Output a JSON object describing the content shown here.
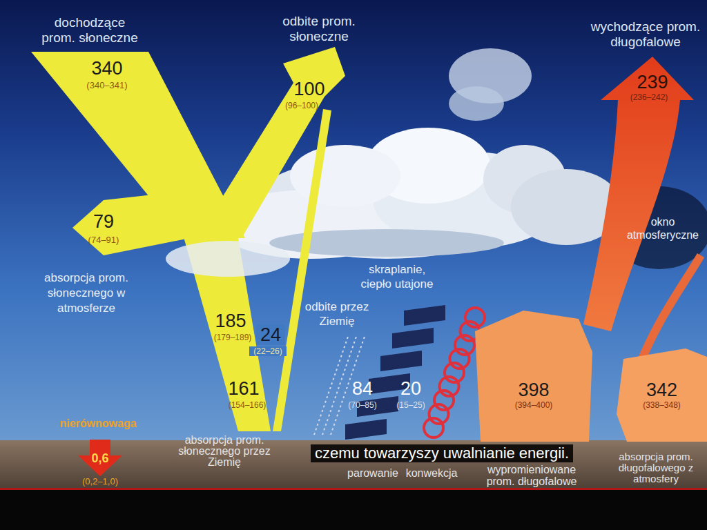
{
  "diagram": {
    "nodes": [
      {
        "text": [
          "398",
          "(394–400)"
        ]
      },
      {
        "text": [
          "342",
          "(338–348)"
        ]
      }
    ],
    "labels": [
      "dochodzące prom. słoneczne",
      "340",
      "(340–341)",
      "odbite prom. słoneczne",
      "100",
      "(96–100)",
      "wychodzące prom. długofalowe",
      "239",
      "(236–242)",
      "79",
      "(74–91)",
      "okno atmosferyczne",
      "absorpcja prom. słonecznego w atmosferze",
      "skraplanie, ciepło utajone",
      "odbite przez Ziemię",
      "185",
      "(179–189)",
      "24",
      "(22–26)",
      "161",
      "(154–166)",
      "84",
      "(70–85)",
      "20",
      "(15–25)",
      "nierównowaga",
      "0,6",
      "(0,2–1,0)",
      "absorpcja prom. słonecznego przez Ziemię",
      "czemu towarzyszy uwalnianie energii.",
      "parowanie",
      "konwekcja",
      "wypromieniowane prom. długofalowe",
      "absorpcja prom. długofalowego z atmosfery"
    ]
  }
}
